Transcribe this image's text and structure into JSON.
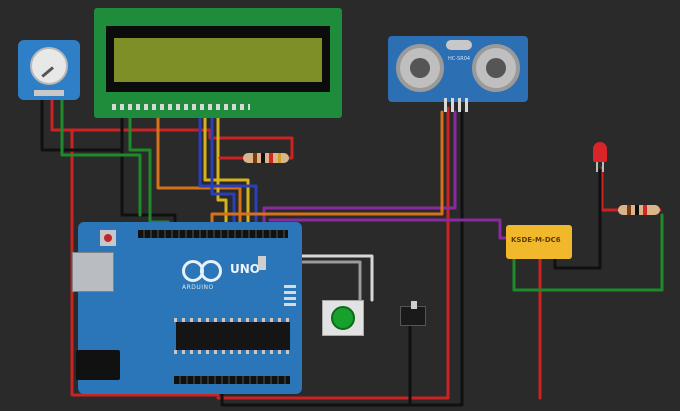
{
  "arduino": {
    "model_label": "UNO",
    "brand_label": "ARDUINO"
  },
  "relay": {
    "label": "KSDE-M-DC6"
  },
  "ultrasonic": {
    "part_label": "HC-SR04"
  },
  "colors": {
    "background": "#2a2a2a",
    "arduino_board": "#2b76b8",
    "lcd_border": "#1e8c3a",
    "lcd_screen": "#7f8f27",
    "relay_body": "#f2b82b",
    "led_red": "#d9252a",
    "button_cap": "#17a02c",
    "wire_red": "#cc2222",
    "wire_black": "#101010",
    "wire_green": "#1f8a2a",
    "wire_yellow": "#d8b21c",
    "wire_blue": "#2a3fb8",
    "wire_orange": "#d7721c",
    "wire_purple": "#8a2aa0",
    "wire_white": "#d8d8d8"
  },
  "icons": {
    "potentiometer": "knob-icon",
    "lcd": "lcd-display-icon",
    "ultrasonic": "ultrasonic-sensor-icon",
    "led": "led-icon",
    "resistor": "resistor-icon",
    "relay": "relay-icon",
    "pushbutton": "pushbutton-icon",
    "slide_switch": "slide-switch-icon",
    "arduino": "arduino-board-icon"
  }
}
